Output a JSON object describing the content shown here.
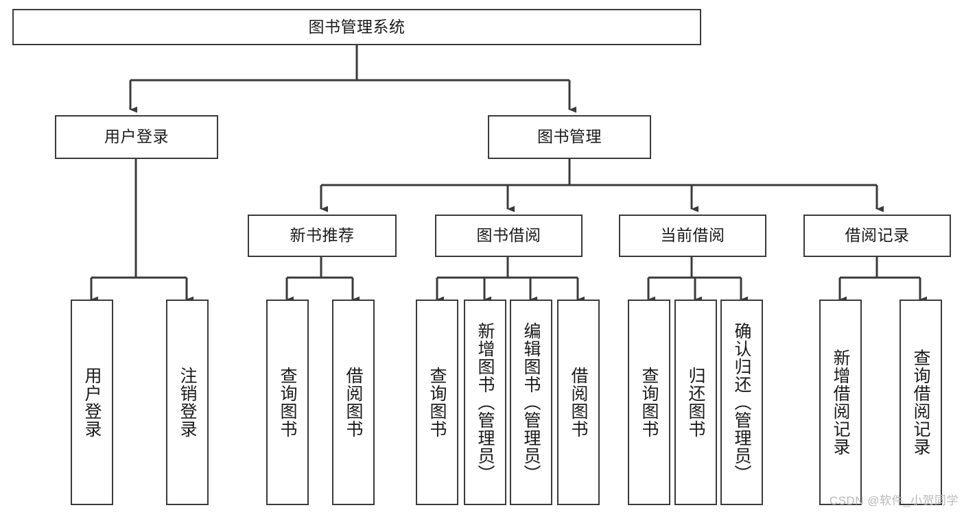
{
  "diagram": {
    "title": "图书管理系统",
    "type": "tree",
    "line_color": "#3a3a3a",
    "box_fill": "#ffffff",
    "text_color": "#1a1a1a",
    "watermark": "CSDN @软件_小贺同学",
    "nodes": {
      "root": {
        "label": "图书管理系统"
      },
      "user_login": {
        "label": "用户登录"
      },
      "book_manage": {
        "label": "图书管理"
      },
      "new_book_rec": {
        "label": "新书推荐"
      },
      "book_borrow": {
        "label": "图书借阅"
      },
      "current_borrow": {
        "label": "当前借阅"
      },
      "borrow_record": {
        "label": "借阅记录"
      },
      "leaf_user_login": {
        "label": "用户登录"
      },
      "leaf_user_logout": {
        "label": "注销登录"
      },
      "leaf_rec_query": {
        "label": "查询图书"
      },
      "leaf_rec_borrow": {
        "label": "借阅图书"
      },
      "leaf_borrow_query": {
        "label": "查询图书"
      },
      "leaf_borrow_add": {
        "label": "新增图书（管理员）"
      },
      "leaf_borrow_edit": {
        "label": "编辑图书（管理员）"
      },
      "leaf_borrow_do": {
        "label": "借阅图书"
      },
      "leaf_cur_query": {
        "label": "查询图书"
      },
      "leaf_cur_return": {
        "label": "归还图书"
      },
      "leaf_cur_confirm": {
        "label": "确认归还（管理员）"
      },
      "leaf_rec_add": {
        "label": "新增借阅记录"
      },
      "leaf_rec_search": {
        "label": "查询借阅记录"
      }
    }
  }
}
